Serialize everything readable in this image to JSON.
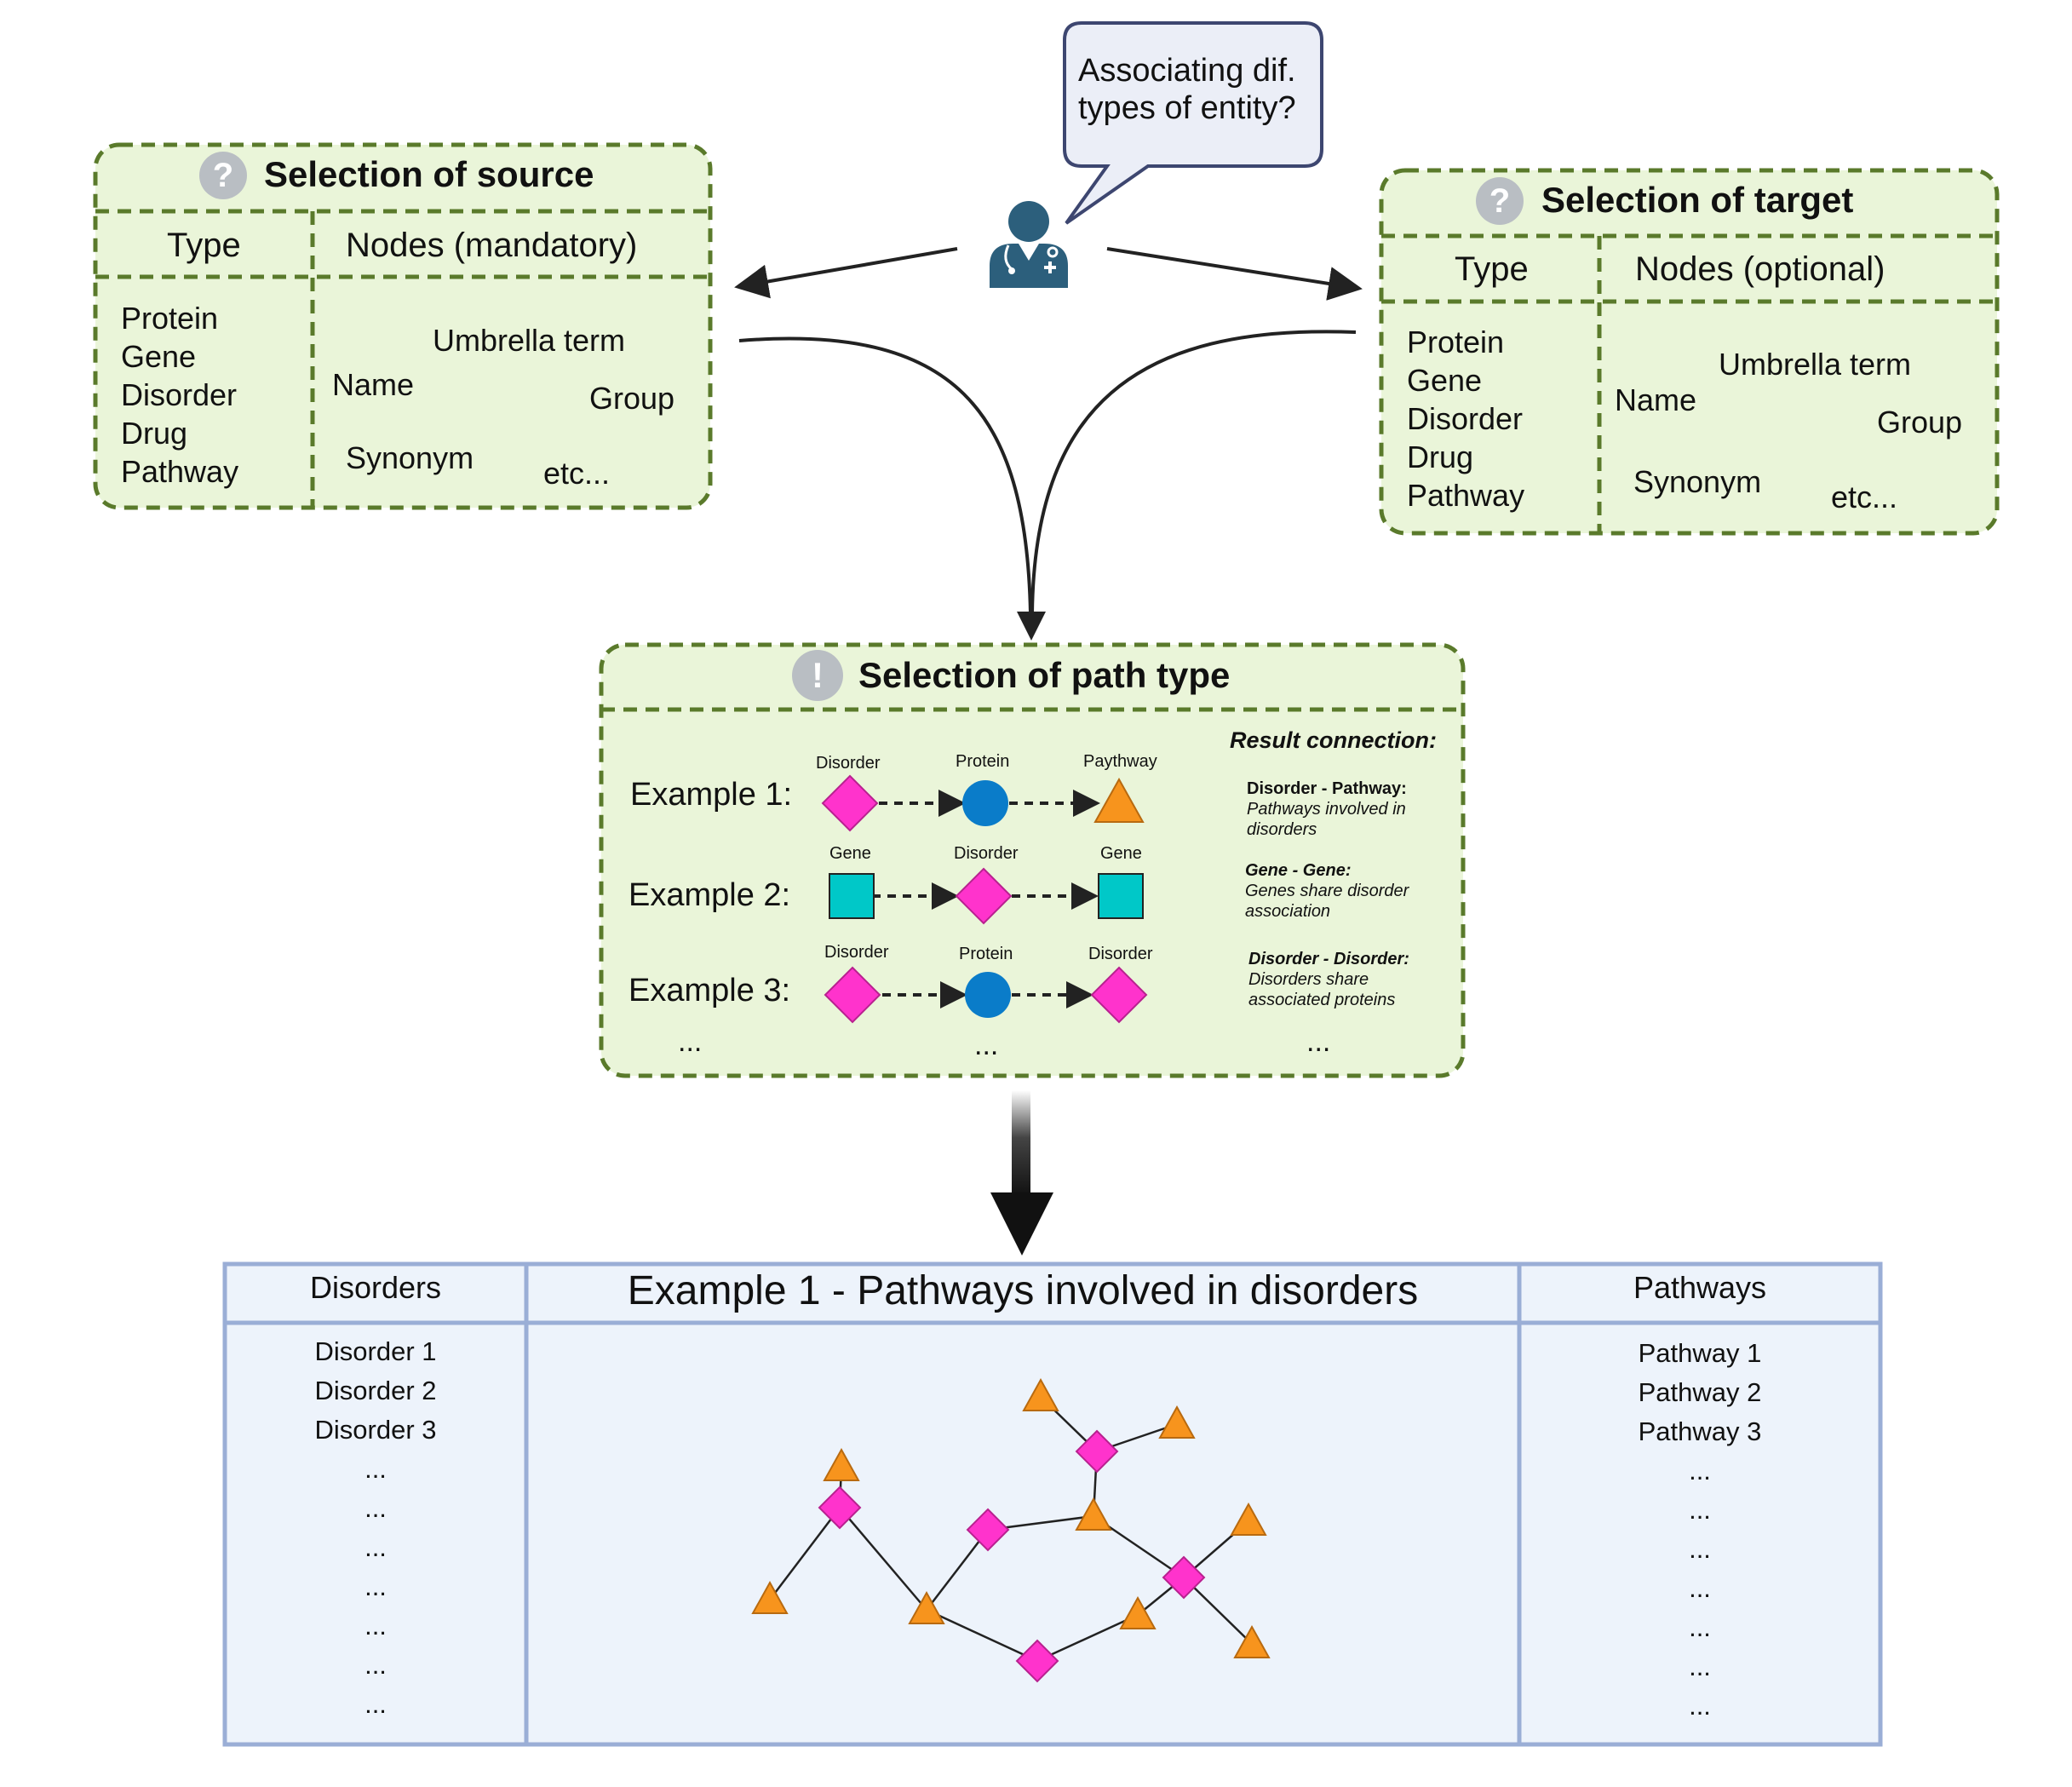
{
  "colors": {
    "panel_fill": "#eaf5d9",
    "panel_border": "#5a7a2b",
    "result_fill": "#edf3fb",
    "result_border": "#9aaed6",
    "disorder": "#ff33cc",
    "protein": "#0a7cc9",
    "pathway": "#f7941d",
    "gene": "#00c8c8",
    "badge": "#b9bec3",
    "doctor": "#2c5f7c"
  },
  "speech": {
    "line1": "Associating dif.",
    "line2": "types of entity?"
  },
  "source": {
    "title": "Selection of source",
    "col_type": "Type",
    "col_nodes": "Nodes (mandatory)",
    "types": [
      "Protein",
      "Gene",
      "Disorder",
      "Drug",
      "Pathway"
    ],
    "umbrella": "Umbrella term",
    "name": "Name",
    "group": "Group",
    "synonym": "Synonym",
    "etc": "etc..."
  },
  "target": {
    "title": "Selection of target",
    "col_type": "Type",
    "col_nodes": "Nodes (optional)",
    "types": [
      "Protein",
      "Gene",
      "Disorder",
      "Drug",
      "Pathway"
    ],
    "umbrella": "Umbrella term",
    "name": "Name",
    "group": "Group",
    "synonym": "Synonym",
    "etc": "etc..."
  },
  "path": {
    "title": "Selection of path type",
    "result_heading": "Result connection:",
    "examples": [
      {
        "label": "Example 1:",
        "nodes": [
          "Disorder",
          "Protein",
          "Paythway"
        ],
        "result_title": "Disorder - Pathway:",
        "result_line1": "Pathways involved in",
        "result_line2": "disorders"
      },
      {
        "label": "Example 2:",
        "nodes": [
          "Gene",
          "Disorder",
          "Gene"
        ],
        "result_title": "Gene - Gene:",
        "result_line1": "Genes share disorder",
        "result_line2": "association"
      },
      {
        "label": "Example 3:",
        "nodes": [
          "Disorder",
          "Protein",
          "Disorder"
        ],
        "result_title": "Disorder - Disorder:",
        "result_line1": "Disorders share",
        "result_line2": "associated proteins"
      }
    ],
    "ellipsis": "..."
  },
  "result": {
    "left_header": "Disorders",
    "center_header": "Example 1 - Pathways involved in disorders",
    "right_header": "Pathways",
    "left_items": [
      "Disorder 1",
      "Disorder 2",
      "Disorder 3",
      "...",
      "...",
      "...",
      "...",
      "...",
      "...",
      "..."
    ],
    "right_items": [
      "Pathway 1",
      "Pathway 2",
      "Pathway 3",
      "...",
      "...",
      "...",
      "...",
      "...",
      "...",
      "..."
    ]
  }
}
